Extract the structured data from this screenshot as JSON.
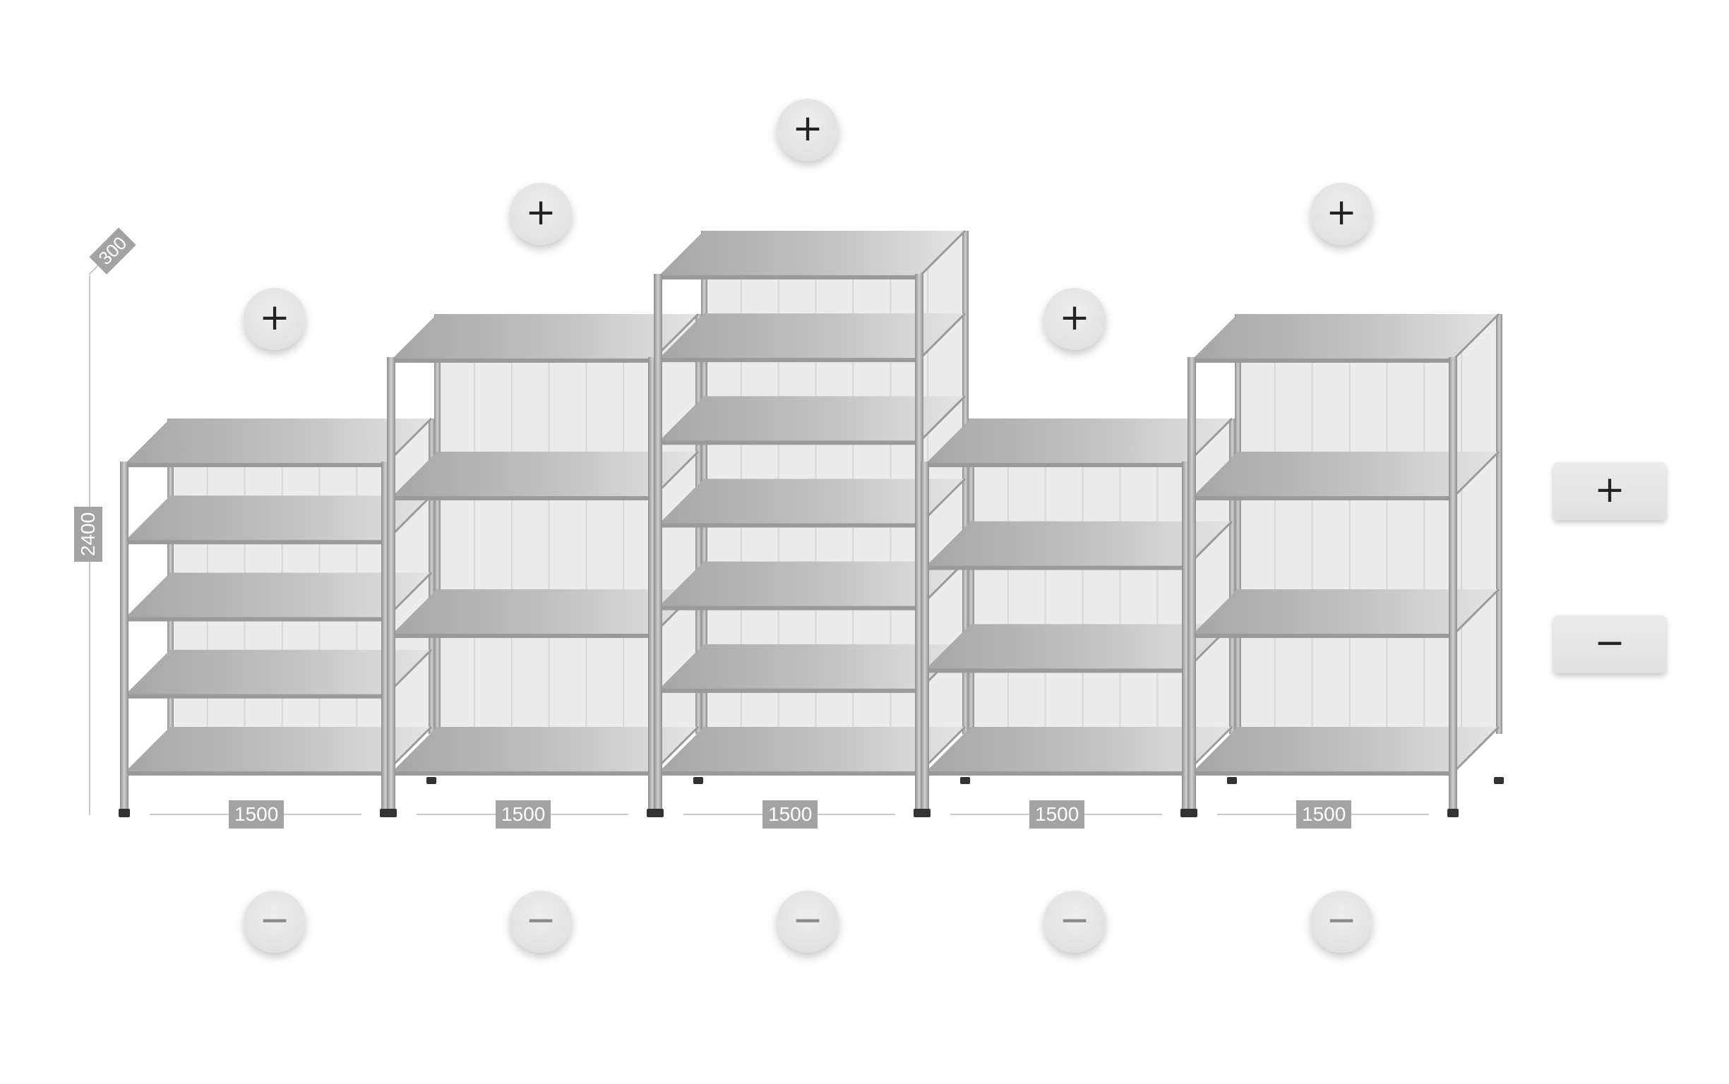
{
  "dimensions": {
    "height": "2400",
    "depth": "300",
    "bay_widths": [
      "1500",
      "1500",
      "1500",
      "1500",
      "1500"
    ]
  },
  "bays": [
    {
      "shelves": 5,
      "tall": false
    },
    {
      "shelves": 4,
      "tall": true
    },
    {
      "shelves": 7,
      "tall": true
    },
    {
      "shelves": 4,
      "tall": false
    },
    {
      "shelves": 4,
      "tall": true
    }
  ],
  "controls": {
    "plus_glyph": "+",
    "minus_glyph": "−",
    "add_bay_label": "+",
    "remove_bay_label": "−"
  },
  "icons": {
    "add": "plus-icon",
    "remove": "minus-icon"
  },
  "colors": {
    "shelf_light": "#d9d9d9",
    "shelf_dark": "#9a9a9a",
    "post": "#aaaaaa",
    "panel": "#ececec",
    "label_bg": "#a3a3a3"
  }
}
